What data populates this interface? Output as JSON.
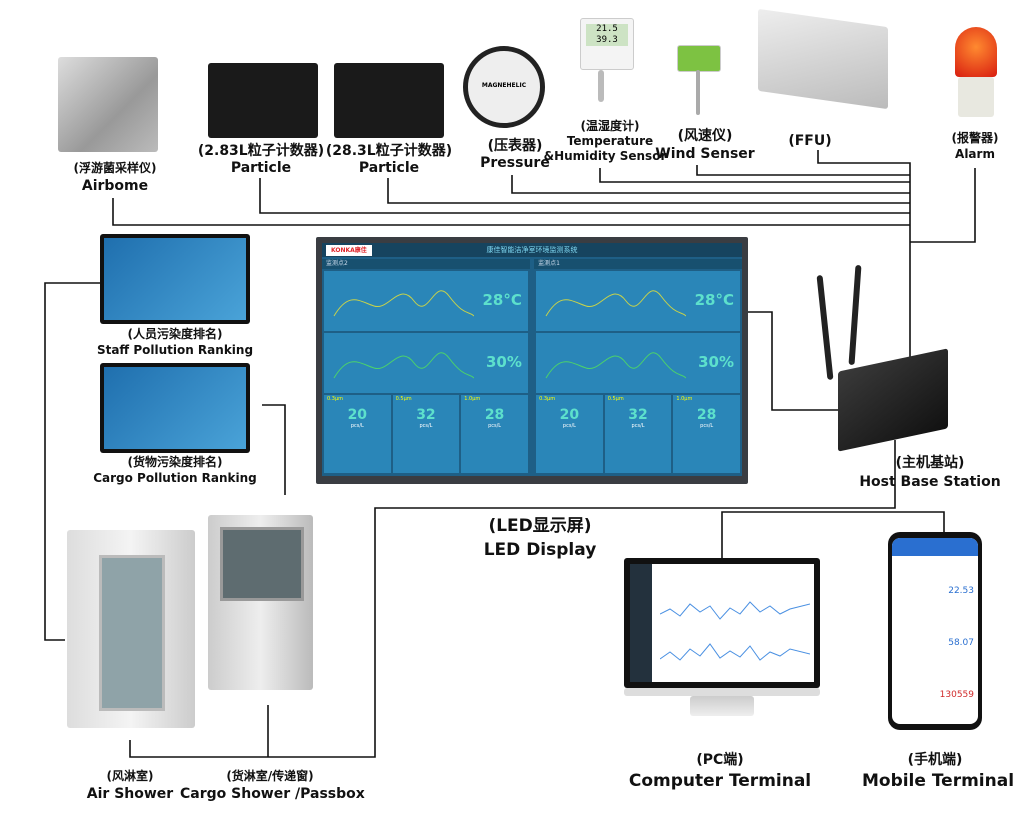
{
  "devices": {
    "airbome": {
      "cn": "(浮游菌采样仪)",
      "en": "Airbome"
    },
    "particle1": {
      "cn": "(2.83L粒子计数器)",
      "en": "Particle"
    },
    "particle2": {
      "cn": "(28.3L粒子计数器)",
      "en": "Particle"
    },
    "pressure": {
      "cn": "(压表器)",
      "en": "Pressure",
      "brand": "MAGNEHELIC"
    },
    "temp": {
      "cn": "(温湿度计)",
      "en1": "Temperature",
      "en2": "&Humidity Sensor",
      "reading1": "21.5",
      "reading2": "39.3"
    },
    "wind": {
      "cn": "(风速仪)",
      "en": "Wind Senser"
    },
    "ffu": {
      "cn": "(FFU)"
    },
    "alarm": {
      "cn": "(报警器)",
      "en": "Alarm"
    },
    "staff": {
      "cn": "(人员污染度排名)",
      "en": "Staff Pollution Ranking"
    },
    "cargo": {
      "cn": "(货物污染度排名)",
      "en": "Cargo Pollution Ranking"
    },
    "led": {
      "cn": "(LED显示屏)",
      "en": "LED Display"
    },
    "host": {
      "cn": "(主机基站)",
      "en": "Host Base Station"
    },
    "airshower": {
      "cn": "(风淋室)",
      "en": "Air Shower"
    },
    "passbox": {
      "cn": "(货淋室/传递窗)",
      "en": "Cargo Shower /Passbox"
    },
    "pc": {
      "cn": "(PC端)",
      "en": "Computer Terminal"
    },
    "mobile": {
      "cn": "(手机端)",
      "en": "Mobile Terminal",
      "v1": "22.53",
      "v2": "58.07",
      "v3": "130559"
    }
  },
  "led_screen": {
    "logo": "KONKA康佳",
    "title": "康佳智能洁净室环境监测系统",
    "left_title": "监测点2",
    "right_title": "监测点1",
    "temp": "28°C",
    "humidity": "30%",
    "cells": [
      {
        "size": "0.3μm",
        "value": "20"
      },
      {
        "size": "0.5μm",
        "value": "32"
      },
      {
        "size": "1.0μm",
        "value": "28"
      }
    ],
    "unit": "pcs/L"
  },
  "colors": {
    "line": "#111111",
    "screen": "#1e5f86",
    "value": "#5de0cc"
  }
}
